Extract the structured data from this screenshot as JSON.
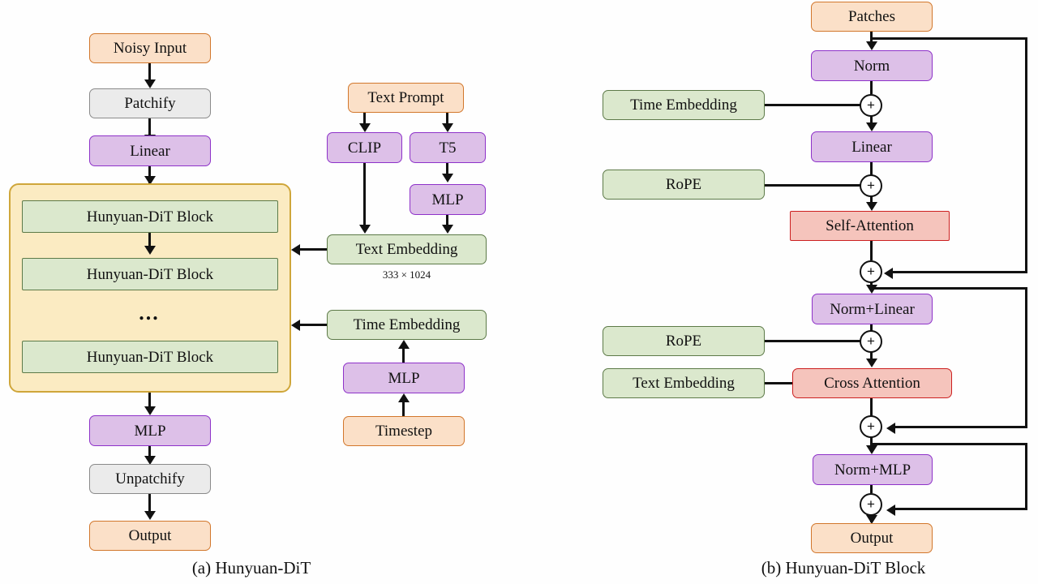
{
  "figure": {
    "captions": {
      "left": "(a) Hunyuan-DiT",
      "right": "(b) Hunyuan-DiT Block"
    },
    "colors": {
      "orange_fill": "#fbe0c8",
      "orange_border": "#d2772c",
      "gray_fill": "#ebebeb",
      "gray_border": "#8a8a8a",
      "purple_fill": "#ddc0e8",
      "purple_border": "#8e32c9",
      "green_fill": "#dbe8cd",
      "green_border": "#5d7a48",
      "red_fill": "#f5c4bc",
      "red_border": "#cc2020",
      "yellow_fill": "#fbebc2",
      "yellow_border": "#cfa63a",
      "line": "#111111"
    }
  },
  "panel_a": {
    "main_chain": {
      "noisy_input": "Noisy Input",
      "patchify": "Patchify",
      "linear": "Linear",
      "mlp": "MLP",
      "unpatchify": "Unpatchify",
      "output": "Output"
    },
    "stack": {
      "blocks": [
        "Hunyuan-DiT Block",
        "Hunyuan-DiT Block",
        "Hunyuan-DiT Block"
      ],
      "ellipsis": "..."
    },
    "text_branch": {
      "text_prompt": "Text Prompt",
      "clip": "CLIP",
      "t5": "T5",
      "mlp": "MLP",
      "text_embedding": "Text Embedding",
      "text_embedding_dims": "333 × 1024"
    },
    "time_branch": {
      "time_embedding": "Time Embedding",
      "mlp": "MLP",
      "timestep": "Timestep"
    }
  },
  "panel_b": {
    "patches": "Patches",
    "norm": "Norm",
    "time_embedding": "Time Embedding",
    "linear": "Linear",
    "rope_1": "RoPE",
    "self_attention": "Self-Attention",
    "norm_linear": "Norm+Linear",
    "rope_2": "RoPE",
    "text_embedding": "Text Embedding",
    "cross_attention": "Cross Attention",
    "norm_mlp": "Norm+MLP",
    "output": "Output",
    "adders": {
      "add_1": "+",
      "add_2": "+",
      "add_3": "+",
      "add_4": "+",
      "add_5": "+",
      "add_6": "+"
    }
  }
}
